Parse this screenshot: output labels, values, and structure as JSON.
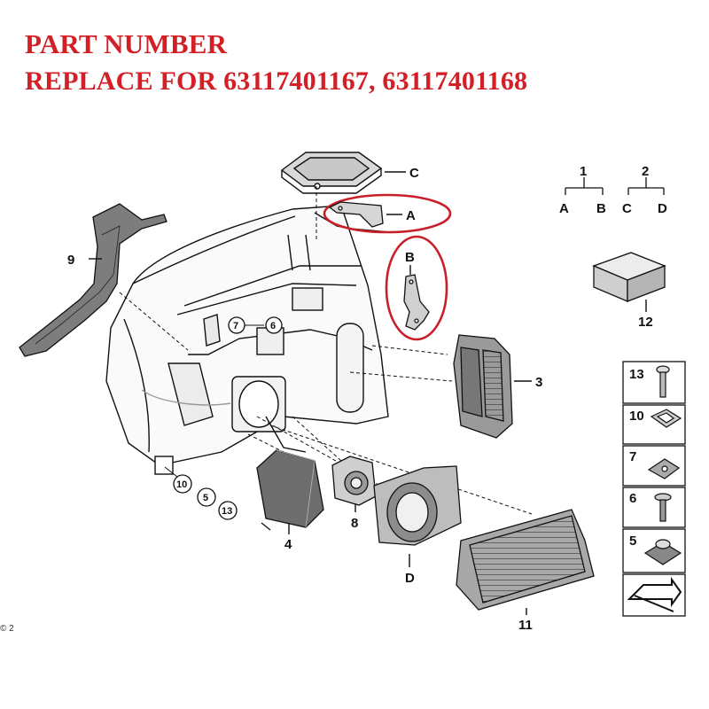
{
  "header": {
    "line1": "PART NUMBER",
    "line2": "REPLACE FOR 63117401167, 63117401168"
  },
  "colors": {
    "header_text": "#d31f26",
    "highlight_ellipse": "#c8202a",
    "line_art": "#111111",
    "shade": "#dcdcdc"
  },
  "callouts": {
    "c": "C",
    "a": "A",
    "b": "B",
    "n9": "9",
    "n3": "3",
    "n4": "4",
    "n8": "8",
    "d": "D",
    "n11": "11",
    "n12": "12",
    "circ7": "7",
    "circ6": "6",
    "circ10": "10",
    "circ5": "5",
    "circ13": "13"
  },
  "legend_tree": {
    "group1": "1",
    "group1_children": [
      "A",
      "B"
    ],
    "group2": "2",
    "group2_children": [
      "C",
      "D"
    ]
  },
  "side_panel": {
    "items": [
      {
        "num": "13",
        "icon": "bolt-icon"
      },
      {
        "num": "10",
        "icon": "gasket-icon"
      },
      {
        "num": "7",
        "icon": "speed-nut-icon"
      },
      {
        "num": "6",
        "icon": "screw-icon"
      },
      {
        "num": "5",
        "icon": "grommet-icon"
      }
    ],
    "footer_icon": "arrow-icon"
  },
  "copyright": "© 2"
}
